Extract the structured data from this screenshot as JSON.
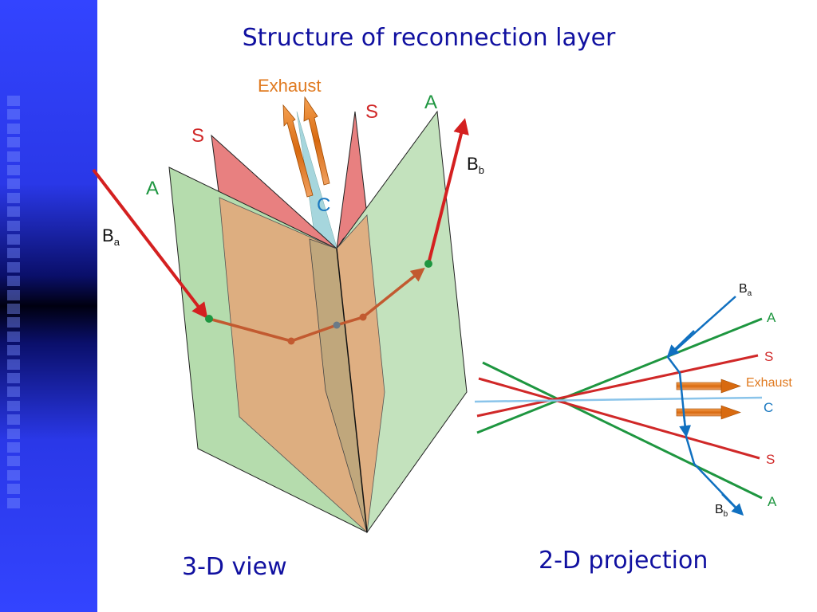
{
  "title": "Structure of reconnection layer",
  "view3d": {
    "caption": "3-D view",
    "labels": {
      "exhaust": "Exhaust",
      "s_left": "S",
      "s_right": "S",
      "a_left": "A",
      "a_right": "A",
      "c": "C",
      "b_main": "B",
      "ba_sub": "a",
      "bb_sub": "b"
    }
  },
  "view2d": {
    "caption": "2-D projection",
    "labels": {
      "b_main": "B",
      "ba_sub": "a",
      "bb_sub": "b",
      "a_top": "A",
      "s_top": "S",
      "exhaust": "Exhaust",
      "c": "C",
      "s_bottom": "S",
      "a_bottom": "A"
    }
  },
  "colors": {
    "title": "#1010a0",
    "alfven": "#1e9640",
    "slow_shock": "#d02828",
    "contact": "#4aa9d8",
    "exhaust": "#e07a20",
    "field_line": "#1070c0"
  }
}
